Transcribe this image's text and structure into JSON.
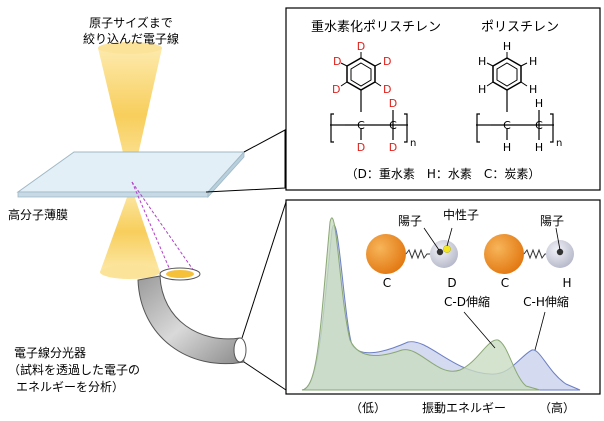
{
  "left": {
    "beam_label_line1": "原子サイズまで",
    "beam_label_line2": "絞り込んだ電子線",
    "film_label": "高分子薄膜",
    "spectrometer_line1": "電子線分光器",
    "spectrometer_line2": "（試料を透過した電子の",
    "spectrometer_line3": "エネルギーを分析）"
  },
  "molecules": {
    "deuterated_title": "重水素化ポリスチレン",
    "normal_title": "ポリスチレン",
    "c_atom": "C",
    "d_atom": "D",
    "h_atom": "H",
    "subscript_n": "n",
    "legend": "（D：重水素　H：水素　C：炭素）"
  },
  "spectrum": {
    "proton_label_left": "陽子",
    "neutron_label": "中性子",
    "proton_label_right": "陽子",
    "atom_c_left": "C",
    "atom_d": "D",
    "atom_c_right": "C",
    "atom_h": "H",
    "peak_cd_label": "C-D伸縮",
    "peak_ch_label": "C-H伸縮",
    "axis_low": "（低）",
    "axis_title": "振動エネルギー",
    "axis_high": "（高）"
  },
  "colors": {
    "beam": "#fce08a",
    "film": "#dbeaf2",
    "green_fill": "#c9dcc0",
    "blue_fill": "#c6cde9",
    "orange_atom": "#f08a1c",
    "d_label": "#e0201c",
    "neutron": "#f3e620"
  }
}
